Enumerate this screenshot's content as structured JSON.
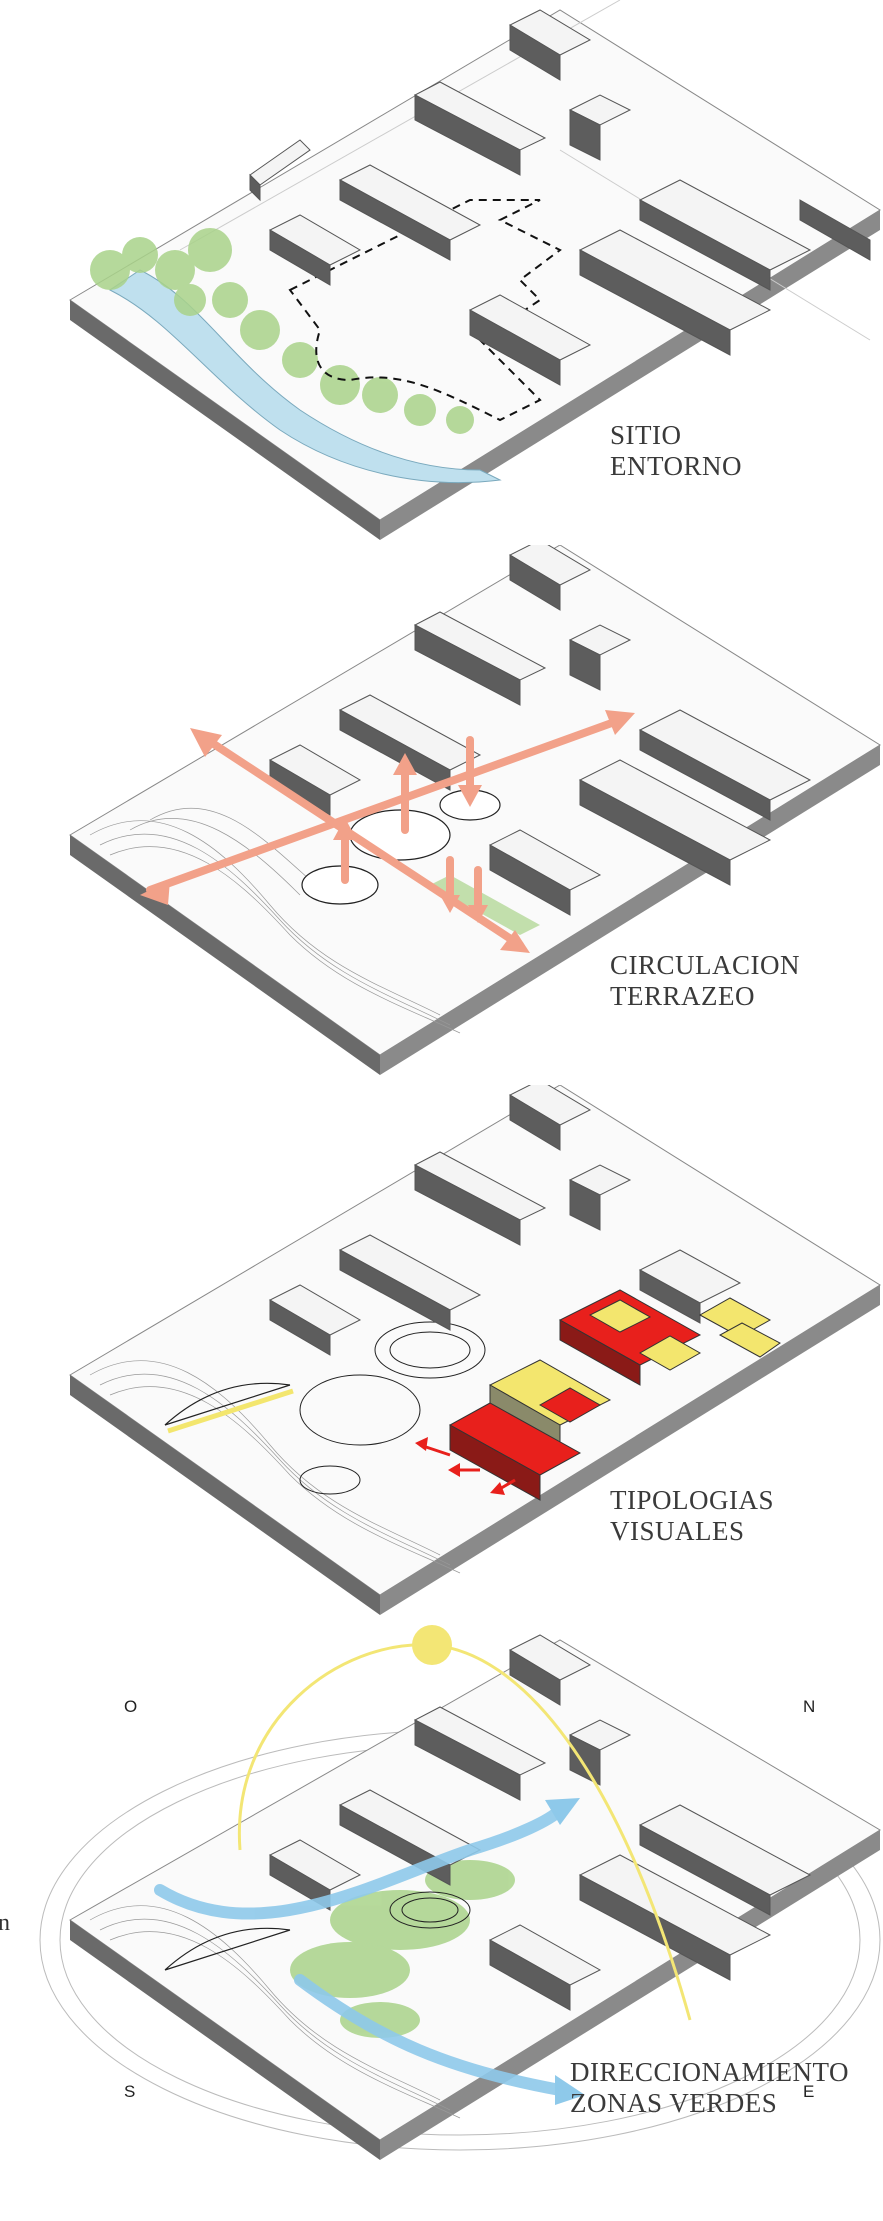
{
  "panels": [
    {
      "id": "sitio",
      "label_line1": "SITIO",
      "label_line2": "ENTORNO"
    },
    {
      "id": "circulacion",
      "label_line1": "CIRCULACION",
      "label_line2": "TERRAZEO"
    },
    {
      "id": "tipologias",
      "label_line1": "TIPOLOGIAS",
      "label_line2": "VISUALES"
    },
    {
      "id": "direccionamiento",
      "label_line1": "DIRECCIONAMIENTO",
      "label_line2": "ZONAS VERDES"
    }
  ],
  "compass": {
    "west": "O",
    "north": "N",
    "south": "S",
    "east": "E"
  },
  "edge_text": "n",
  "colors": {
    "block_top": "#f4f4f4",
    "block_side": "#5d5d5d",
    "river": "#bfe0ee",
    "vegetation": "#a9d38a",
    "arrow": "#f2a189",
    "typology_red": "#e8201c",
    "typology_yellow": "#f3e66e",
    "wind": "#8ec9ea",
    "sun": "#f3e675"
  },
  "icons": [
    "compass-rose",
    "sun-path-icon",
    "wind-arrow-icon",
    "circulation-arrow-icon"
  ]
}
